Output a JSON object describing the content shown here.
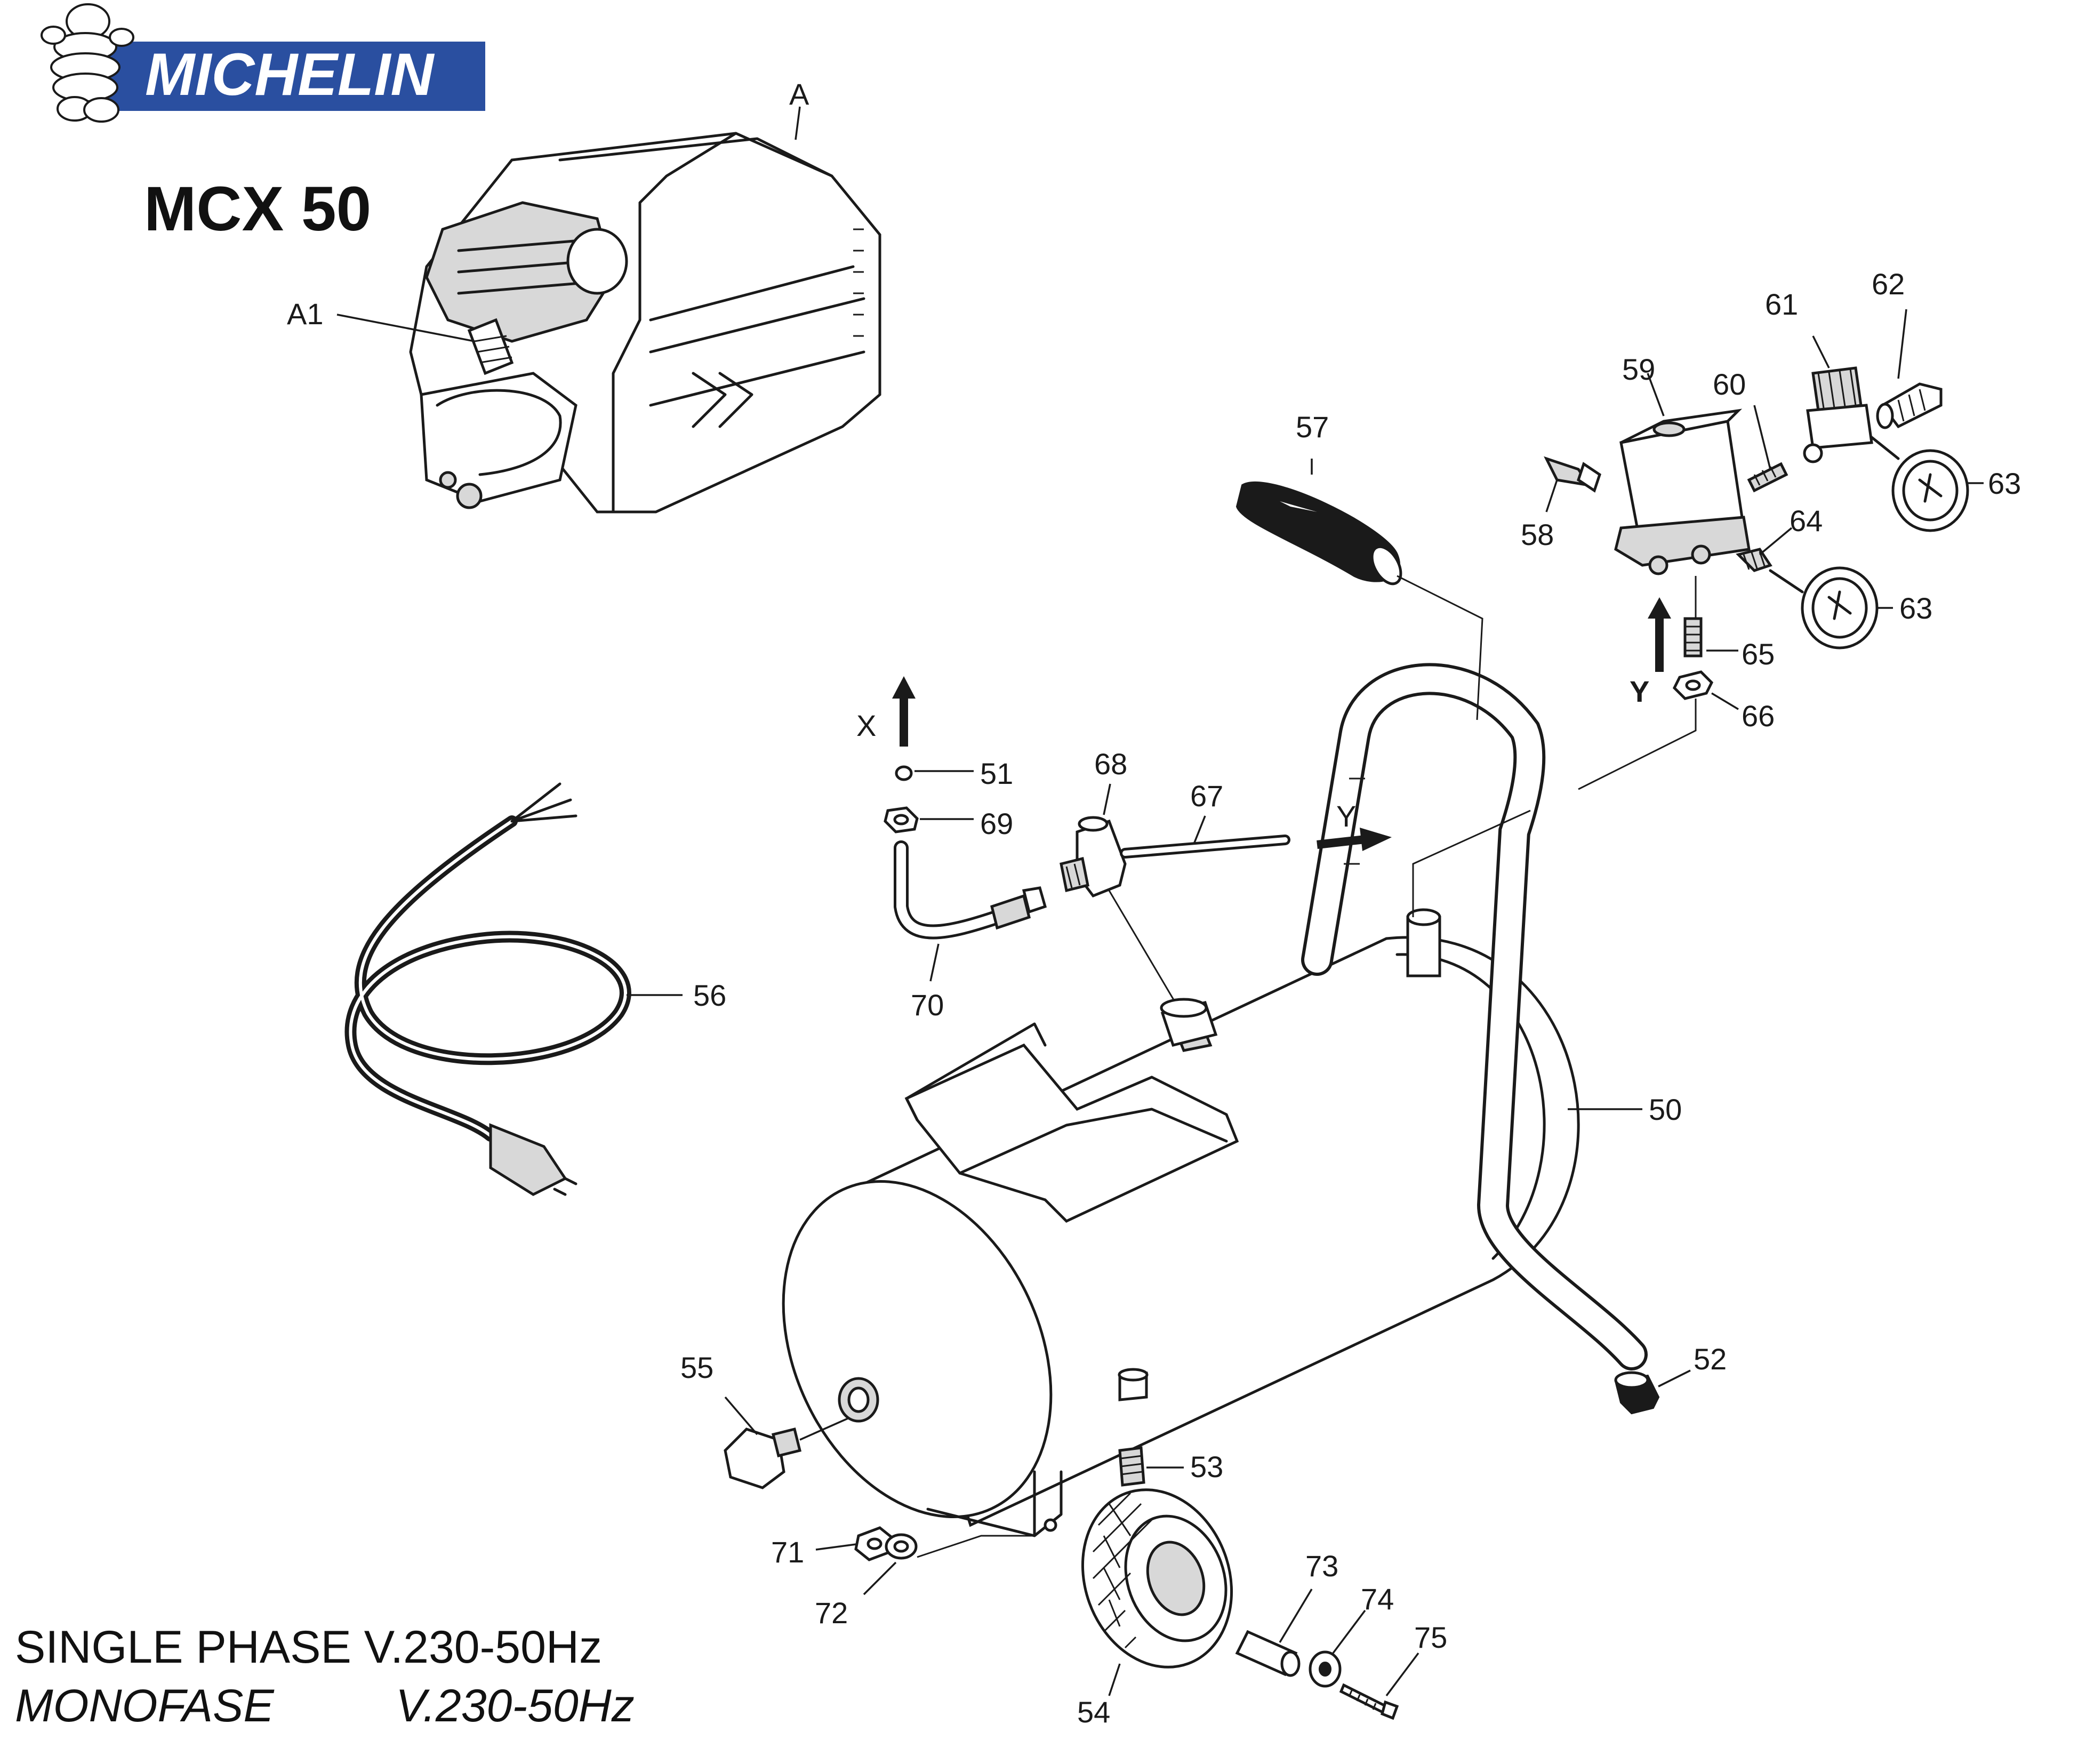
{
  "brand": {
    "name": "MICHELIN",
    "colors": {
      "band": "#2a4fa0",
      "text": "#ffffff"
    }
  },
  "model": "MCX 50",
  "specs": {
    "line1": "SINGLE  PHASE V.230-50Hz",
    "line2_label": "MONOFASE",
    "line2_value": "V.230-50Hz"
  },
  "flow_markers": {
    "x": "X",
    "y_top": "Y",
    "y_mid": "Y"
  },
  "callouts": {
    "A": "A",
    "A1": "A1",
    "p50": "50",
    "p51": "51",
    "p52": "52",
    "p53": "53",
    "p54": "54",
    "p55": "55",
    "p56": "56",
    "p57": "57",
    "p58": "58",
    "p59": "59",
    "p60": "60",
    "p61": "61",
    "p62": "62",
    "p63a": "63",
    "p63b": "63",
    "p64": "64",
    "p65": "65",
    "p66": "66",
    "p67": "67",
    "p68": "68",
    "p69": "69",
    "p70": "70",
    "p71": "71",
    "p72": "72",
    "p73": "73",
    "p74": "74",
    "p75": "75"
  }
}
